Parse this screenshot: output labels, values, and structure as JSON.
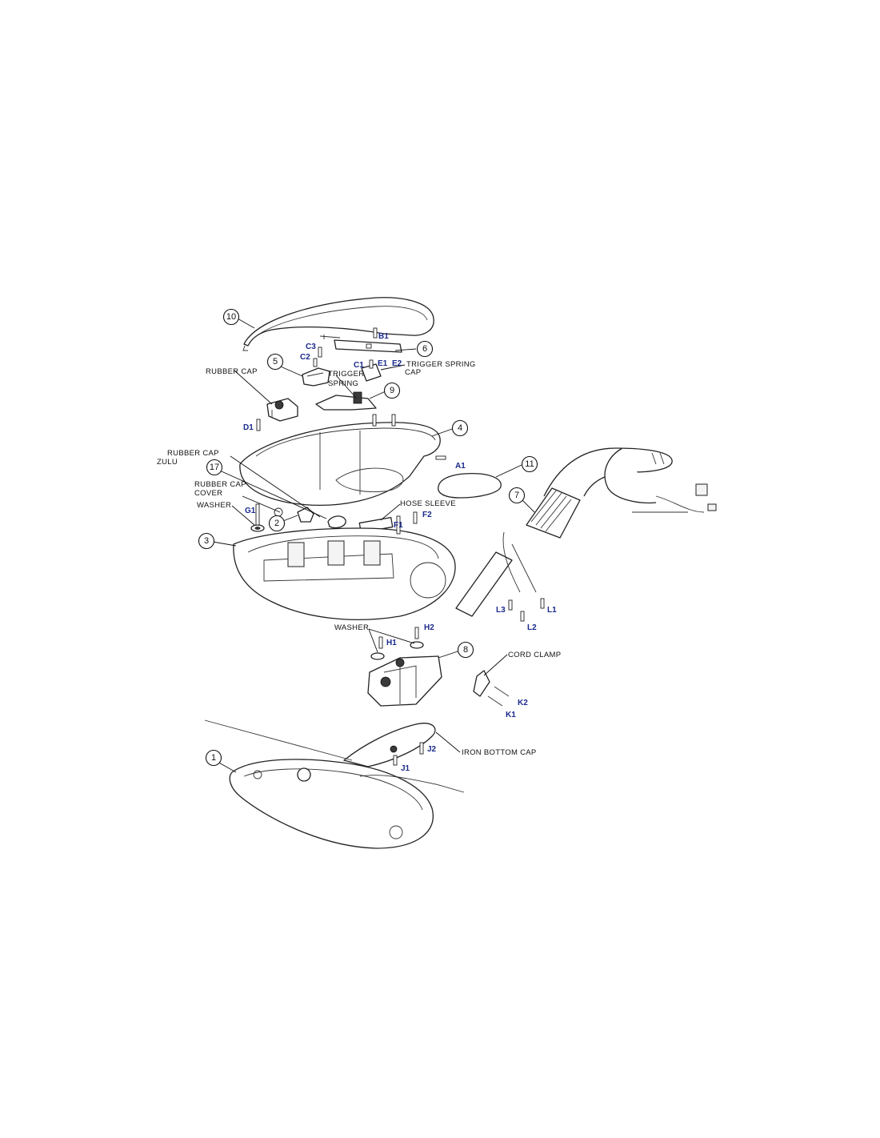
{
  "callouts": {
    "c1": "1",
    "c2": "2",
    "c3": "3",
    "c4": "4",
    "c5": "5",
    "c6": "6",
    "c7": "7",
    "c8": "8",
    "c9": "9",
    "c10": "10",
    "c11": "11",
    "c17": "17"
  },
  "codes": {
    "A1": "A1",
    "B1": "B1",
    "C1": "C1",
    "C2": "C2",
    "C3": "C3",
    "D1": "D1",
    "E1": "E1",
    "E2": "E2",
    "F1": "F1",
    "F2": "F2",
    "G1": "G1",
    "H1": "H1",
    "H2": "H2",
    "J1": "J1",
    "J2": "J2",
    "K1": "K1",
    "K2": "K2",
    "L1": "L1",
    "L2": "L2",
    "L3": "L3"
  },
  "names": {
    "rubber_cap": "RUBBER CAP",
    "trigger_spring_cap_1": "TRIGGER SPRING",
    "trigger_spring_cap_2": "CAP",
    "trigger_spring_1": "TRIGGER",
    "trigger_spring_2": "SPRING",
    "rubber_cap_zulu_1": "RUBBER CAP",
    "rubber_cap_zulu_2": "ZULU",
    "rubber_cap_cover_1": "RUBBER CAP",
    "rubber_cap_cover_2": "COVER",
    "washer_left": "WASHER",
    "hose_sleeve": "HOSE SLEEVE",
    "washer_mid": "WASHER",
    "cord_clamp": "CORD CLAMP",
    "iron_bottom_cap": "IRON BOTTOM CAP"
  }
}
